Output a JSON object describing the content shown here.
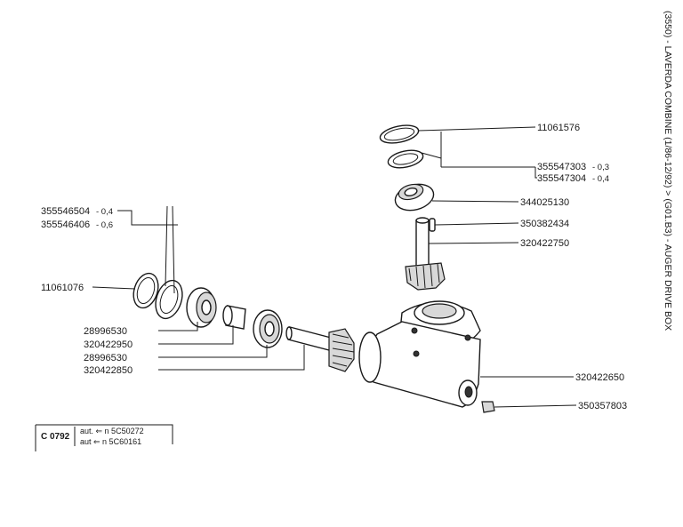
{
  "sidebar_title": "(3550) - LAVERDA COMBINE (1/86-12/92) > (G01.B3) - AUGER DRIVE BOX",
  "part_labels": {
    "p11061576": "11061576",
    "p355547303": "355547303",
    "p355547303_val": "- 0,3",
    "p355547304": "355547304",
    "p355547304_val": "- 0,4",
    "p344025130": "344025130",
    "p350382434": "350382434",
    "p320422750": "320422750",
    "p355546504": "355546504",
    "p355546504_val": "- 0,4",
    "p355546406": "355546406",
    "p355546406_val": "- 0,6",
    "p11061076": "11061076",
    "p28996530a": "28996530",
    "p320422950": "320422950",
    "p28996530b": "28996530",
    "p320422850": "320422850",
    "p320422650": "320422650",
    "p350357803": "350357803"
  },
  "code_box": {
    "code": "C 0792",
    "line1": "aut. ⇐ n  5C50272",
    "line2": "aut  ⇐ n  5C60161"
  }
}
